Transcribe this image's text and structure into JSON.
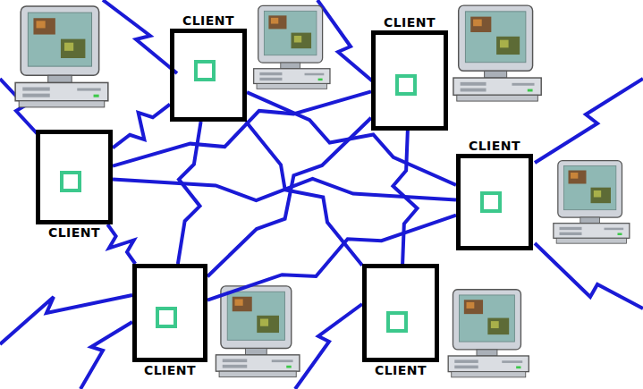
{
  "diagram": {
    "nodes": [
      {
        "text": [
          "CLIENT"
        ]
      },
      {
        "text": [
          "CLIENT"
        ]
      },
      {
        "text": [
          "CLIENT"
        ]
      },
      {
        "text": [
          "CLIENT"
        ]
      },
      {
        "text": [
          "CLIENT"
        ]
      },
      {
        "text": [
          "CLIENT"
        ]
      }
    ],
    "edges": [
      {
        "from": 0,
        "to": 2,
        "arrow": "none"
      },
      {
        "from": 0,
        "to": 4,
        "arrow": "none"
      },
      {
        "from": 0,
        "to": 5,
        "arrow": "none"
      },
      {
        "from": 1,
        "to": 2,
        "arrow": "none"
      },
      {
        "from": 1,
        "to": 4,
        "arrow": "none"
      },
      {
        "from": 1,
        "to": 5,
        "arrow": "none"
      },
      {
        "from": 2,
        "to": 3,
        "arrow": "none"
      },
      {
        "from": 2,
        "to": 4,
        "arrow": "none"
      },
      {
        "from": 3,
        "to": 4,
        "arrow": "none"
      },
      {
        "from": 0,
        "to": 3,
        "arrow": "none"
      }
    ]
  }
}
